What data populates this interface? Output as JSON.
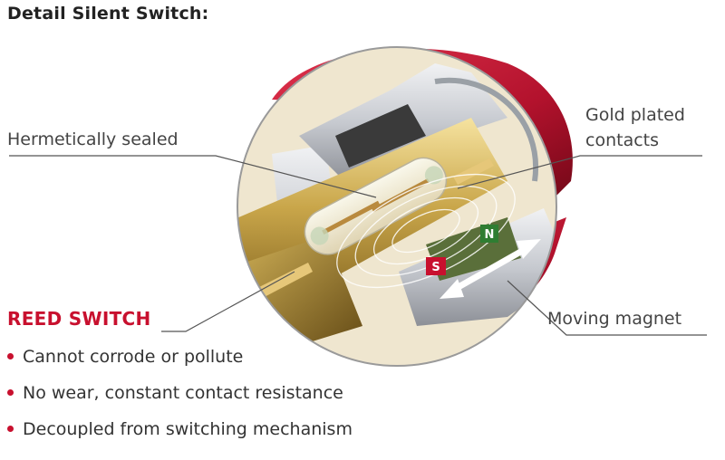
{
  "title": "Detail Silent Switch:",
  "callouts": {
    "hermetically_sealed": "Hermetically sealed",
    "gold_plated_line1": "Gold plated",
    "gold_plated_line2": "contacts",
    "moving_magnet": "Moving magnet"
  },
  "magnet_poles": {
    "south": "S",
    "north": "N"
  },
  "reed_switch": {
    "heading": "REED SWITCH",
    "bullets": [
      "Cannot corrode or pollute",
      "No wear, constant contact resistance",
      "Decoupled from switching mechanism"
    ]
  },
  "colors": {
    "accent_red": "#c8102e",
    "housing_red": "#b3122d",
    "gold": "#c9a64a",
    "silver": "#c7cad0",
    "text": "#444444",
    "leader_line": "#555555"
  }
}
